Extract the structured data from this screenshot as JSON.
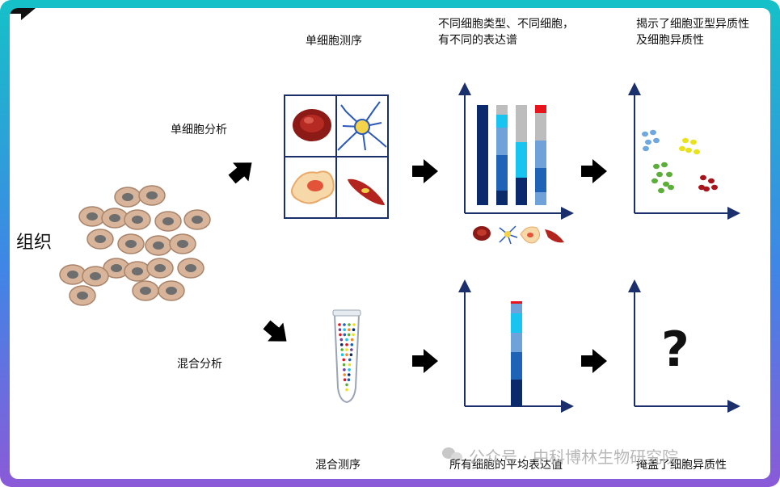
{
  "labels": {
    "tissue": "组织",
    "single_cell_analysis": "单细胞分析",
    "single_cell_sequencing": "单细胞测序",
    "different_types": "不同细胞类型、不同细胞，",
    "different_types_2": "有不同的表达谱",
    "reveal_heterogeneity": "揭示了细胞亚型异质性",
    "reveal_heterogeneity_2": "及细胞异质性",
    "mixed_analysis": "混合分析",
    "mixed_sequencing": "混合测序",
    "average_expression": "所有细胞的平均表达值",
    "mask_heterogeneity": "掩盖了细胞异质性",
    "question_mark": "?"
  },
  "watermark": {
    "prefix": "公众号 · ",
    "name": "中科博林生物研究院"
  },
  "colors": {
    "frame_top": "#15c1c8",
    "frame_bottom": "#8b5ad8",
    "dark_navy": "#0b2a6b",
    "mid_blue": "#1f63b6",
    "sky_blue": "#6fa2d8",
    "cyan": "#19c4f0",
    "gray": "#bdbdbd",
    "red": "#e8141b",
    "cell_fill": "#d8b59a",
    "cell_nucleus": "#6e6e6e"
  },
  "icons": [
    "arrow-icon",
    "red-blood-cell-icon",
    "neuron-icon",
    "fibroblast-icon",
    "muscle-cell-icon",
    "tube-icon",
    "question-icon"
  ]
}
